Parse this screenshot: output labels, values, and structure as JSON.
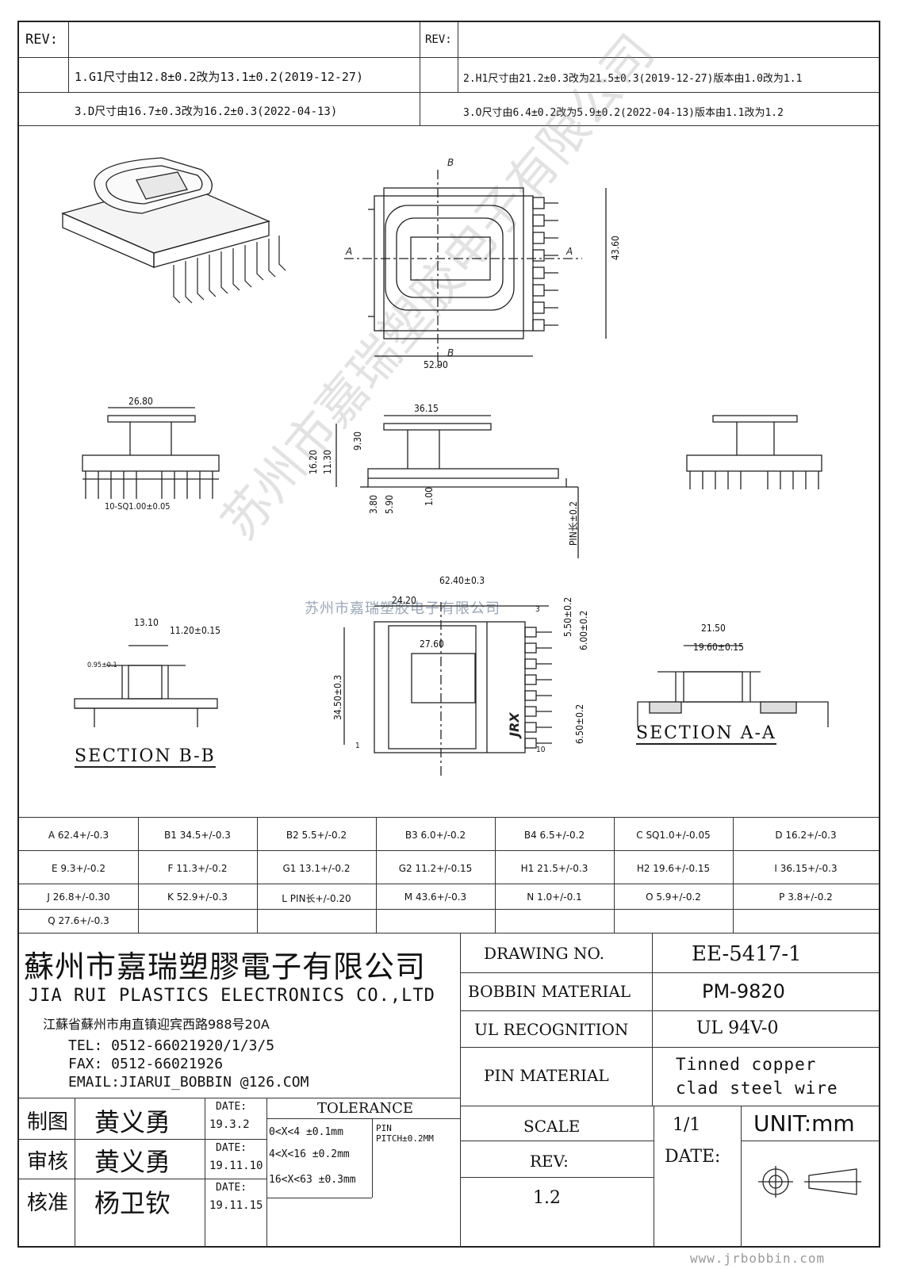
{
  "revision_header": {
    "left_label": "REV:",
    "right_label": "REV:",
    "notes": [
      "1.G1尺寸由12.8±0.2改为13.1±0.2(2019-12-27)",
      "2.H1尺寸由21.2±0.3改为21.5±0.3(2019-12-27)版本由1.0改为1.1",
      "3.D尺寸由16.7±0.3改为16.2±0.3(2022-04-13)",
      "3.O尺寸由6.4±0.2改为5.9±0.2(2022-04-13)版本由1.1改为1.2"
    ]
  },
  "drawing_labels": {
    "top_view_height": "43.60",
    "top_view_width": "52.90",
    "section_marker_b": "B",
    "section_marker_a": "A",
    "side_j": "26.80",
    "side_pitch": "10-SQ1.00±0.05",
    "front_i": "36.15",
    "front_d": "16.20",
    "front_f": "11.30",
    "front_e": "9.30",
    "front_p": "3.80",
    "front_o": "5.90",
    "front_n": "1.00",
    "front_l": "PIN长±0.2",
    "bottom_a": "62.40±0.3",
    "bottom_24": "24.20",
    "bottom_q": "27.60",
    "bottom_b1": "34.50±0.3",
    "bottom_b2": "5.50±0.2",
    "bottom_b3": "6.00±0.2",
    "bottom_b4": "6.50±0.2",
    "pin_3": "3",
    "pin_1": "1",
    "pin_10": "10",
    "brand_mark": "JRX",
    "sectb_g1": "13.10",
    "sectb_g2": "11.20±0.15",
    "sectb_wall": "0.95±0.1",
    "secta_h1": "21.50",
    "secta_h2": "19.60±0.15",
    "section_b_title": "SECTION  B-B",
    "section_a_title": "SECTION  A-A",
    "watermark_line": "苏州市嘉瑞塑胶电子有限公司",
    "watermark_diag": "苏州市嘉瑞塑胶电子有限公司"
  },
  "spec_table": [
    [
      "A 62.4+/-0.3",
      "B1 34.5+/-0.3",
      "B2 5.5+/-0.2",
      "B3 6.0+/-0.2",
      "B4 6.5+/-0.2",
      "C SQ1.0+/-0.05",
      "D 16.2+/-0.3"
    ],
    [
      "E 9.3+/-0.2",
      "F 11.3+/-0.2",
      "G1 13.1+/-0.2",
      "G2 11.2+/-0.15",
      "H1 21.5+/-0.3",
      "H2 19.6+/-0.15",
      "I 36.15+/-0.3"
    ],
    [
      "J 26.8+/-0.30",
      "K 52.9+/-0.3",
      "L PIN长+/-0.20",
      "M 43.6+/-0.3",
      "N 1.0+/-0.1",
      "O 5.9+/-0.2",
      "P 3.8+/-0.2"
    ],
    [
      "Q 27.6+/-0.3",
      "",
      "",
      "",
      "",
      "",
      ""
    ]
  ],
  "company": {
    "name_cn": "蘇州市嘉瑞塑膠電子有限公司",
    "name_en": "JIA RUI PLASTICS ELECTRONICS CO.,LTD",
    "address": "江蘇省蘇州市甪直镇迎宾西路988号20A",
    "tel": "TEL: 0512-66021920/1/3/5",
    "fax": "FAX: 0512-66021926",
    "email": "EMAIL:JIARUI_BOBBIN @126.COM"
  },
  "signoff": [
    {
      "role": "制图",
      "name": "黄义勇",
      "date_label": "DATE:",
      "date": "19.3.2"
    },
    {
      "role": "审核",
      "name": "黄义勇",
      "date_label": "DATE:",
      "date": "19.11.10"
    },
    {
      "role": "核准",
      "name": "杨卫钦",
      "date_label": "DATE:",
      "date": "19.11.15"
    }
  ],
  "tolerance": {
    "title": "TOLERANCE",
    "rows": [
      "0<X<4  ±0.1mm",
      "4<X<16 ±0.2mm",
      "16<X<63 ±0.3mm"
    ],
    "pin_label": "PIN",
    "pin_pitch": "PITCH±0.2MM"
  },
  "title_block": {
    "drawing_no_label": "DRAWING  NO.",
    "drawing_no": "EE-5417-1",
    "bobbin_material_label": "BOBBIN  MATERIAL",
    "bobbin_material": "PM-9820",
    "ul_label": "UL RECOGNITION",
    "ul_value": "UL 94V-0",
    "pin_material_label": "PIN MATERIAL",
    "pin_material_1": "Tinned copper",
    "pin_material_2": "clad steel wire",
    "scale_label": "SCALE",
    "scale_value": "1/1",
    "unit": "UNIT:mm",
    "rev_label": "REV:",
    "rev_value": "1.2",
    "date_label": "DATE:"
  },
  "footer_url": "www.jrbobbin.com"
}
